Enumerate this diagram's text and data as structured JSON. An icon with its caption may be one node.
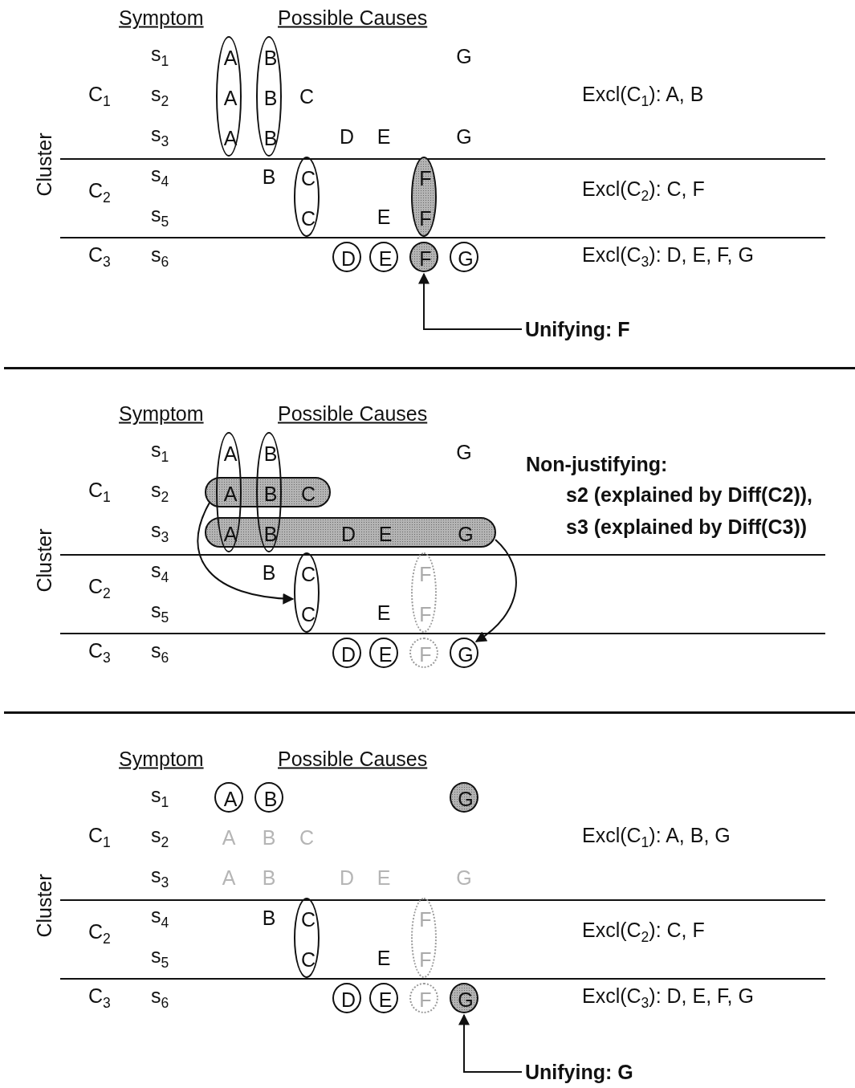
{
  "diagram": {
    "nodes": [
      {
        "text": [
          "A",
          "A",
          "A"
        ]
      },
      {
        "text": [
          "B",
          "B",
          "B"
        ]
      },
      {
        "text": [
          "C",
          "C"
        ]
      },
      {
        "text": [
          "F",
          "F"
        ]
      },
      {
        "text": [
          "D"
        ]
      },
      {
        "text": [
          "E"
        ]
      },
      {
        "text": [
          "F"
        ]
      },
      {
        "text": [
          "G"
        ]
      },
      {
        "text": [
          "Unifying: F"
        ]
      },
      {
        "text": [
          "A",
          "A",
          "A"
        ]
      },
      {
        "text": [
          "B",
          "B",
          "B"
        ]
      },
      {
        "text": [
          "C"
        ]
      },
      {
        "text": [
          "D",
          "E",
          "G"
        ]
      },
      {
        "text": [
          "C",
          "C"
        ]
      },
      {
        "text": [
          "F",
          "F"
        ]
      },
      {
        "text": [
          "D"
        ]
      },
      {
        "text": [
          "E"
        ]
      },
      {
        "text": [
          "F"
        ]
      },
      {
        "text": [
          "G"
        ]
      },
      {
        "text": [
          "A"
        ]
      },
      {
        "text": [
          "B"
        ]
      },
      {
        "text": [
          "G"
        ]
      },
      {
        "text": [
          "C",
          "C"
        ]
      },
      {
        "text": [
          "F",
          "F"
        ]
      },
      {
        "text": [
          "D"
        ]
      },
      {
        "text": [
          "E"
        ]
      },
      {
        "text": [
          "F"
        ]
      },
      {
        "text": [
          "G"
        ]
      },
      {
        "text": [
          "Unifying: G"
        ]
      }
    ],
    "edges": [
      {
        "from": 8,
        "to": 6,
        "arrow": "to"
      },
      {
        "from": 11,
        "to": 13,
        "arrow": "to"
      },
      {
        "from": 12,
        "to": 18,
        "arrow": "to"
      },
      {
        "from": 28,
        "to": 27,
        "arrow": "to"
      }
    ],
    "labels": [
      "Symptom",
      "Possible Causes",
      "s$_{1}$",
      "G",
      "C$_{1}$",
      "s$_{2}$",
      "C",
      "Excl(C$_{1}$): A, B",
      "s$_{3}$",
      "D",
      "E",
      "G",
      "Cluster",
      "s$_{4}$",
      "B",
      "C$_{2}$",
      "Excl(C$_{2}$): C, F",
      "s$_{5}$",
      "E",
      "C$_{3}$",
      "s$_{6}$",
      "Excl(C$_{3}$): D, E, F, G",
      "Symptom",
      "Possible Causes",
      "s$_{1}$",
      "G",
      "Non-justifying:",
      "C$_{1}$",
      "s$_{2}$",
      "s2 (explained by Diff(C2)),",
      "s$_{3}$",
      "s3 (explained by Diff(C3))",
      "Cluster",
      "s$_{4}$",
      "B",
      "C$_{2}$",
      "s$_{5}$",
      "E",
      "C$_{3}$",
      "s$_{6}$",
      "Symptom",
      "Possible Causes",
      "s$_{1}$",
      "C$_{1}$",
      "s$_{2}$",
      "A",
      "B",
      "C",
      "Excl(C$_{1}$): A, B, G",
      "s$_{3}$",
      "A",
      "B",
      "D",
      "E",
      "G",
      "Cluster",
      "s$_{4}$",
      "B",
      "C$_{2}$",
      "Excl(C$_{2}$): C, F",
      "s$_{5}$",
      "E",
      "C$_{3}$",
      "s$_{6}$",
      "Excl(C$_{3}$): D, E, F, G"
    ]
  }
}
